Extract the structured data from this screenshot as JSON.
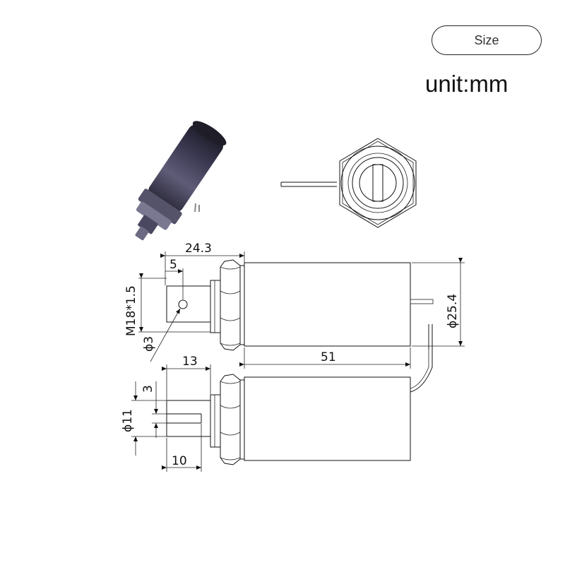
{
  "header": {
    "size_label": "Size",
    "unit_label": "unit:mm"
  },
  "dimensions": {
    "overall_front_length": "24.3",
    "pin_offset": "5",
    "thread": "M18*1.5",
    "pin_hole_diameter": "ϕ3",
    "body_length": "51",
    "body_diameter": "ϕ25.4",
    "plunger_length": "13",
    "slot_width": "3",
    "plunger_diameter": "ϕ11",
    "slot_depth": "10"
  }
}
